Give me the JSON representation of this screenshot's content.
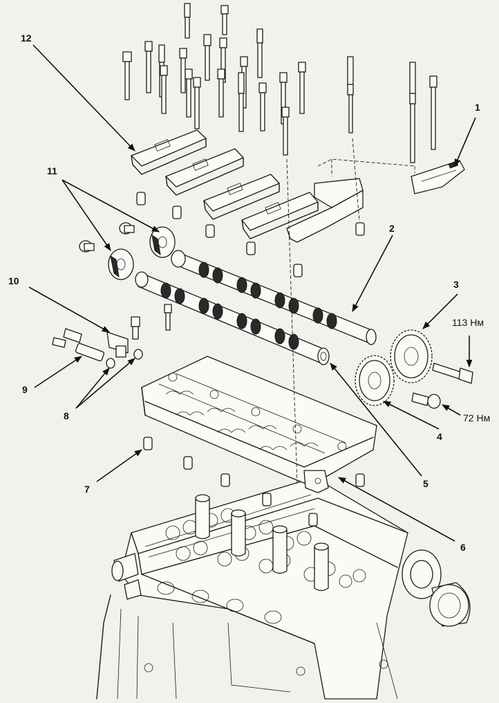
{
  "callouts": {
    "c1": "1",
    "c2": "2",
    "c3": "3",
    "c4": "4",
    "c5": "5",
    "c6": "6",
    "c7": "7",
    "c8": "8",
    "c9": "9",
    "c10": "10",
    "c11": "11",
    "c12": "12"
  },
  "torques": {
    "t113": "113 Нм",
    "t72": "72 Нм"
  },
  "colors": {
    "ink": "#1a1a1a",
    "paper": "#f3f1ec"
  }
}
